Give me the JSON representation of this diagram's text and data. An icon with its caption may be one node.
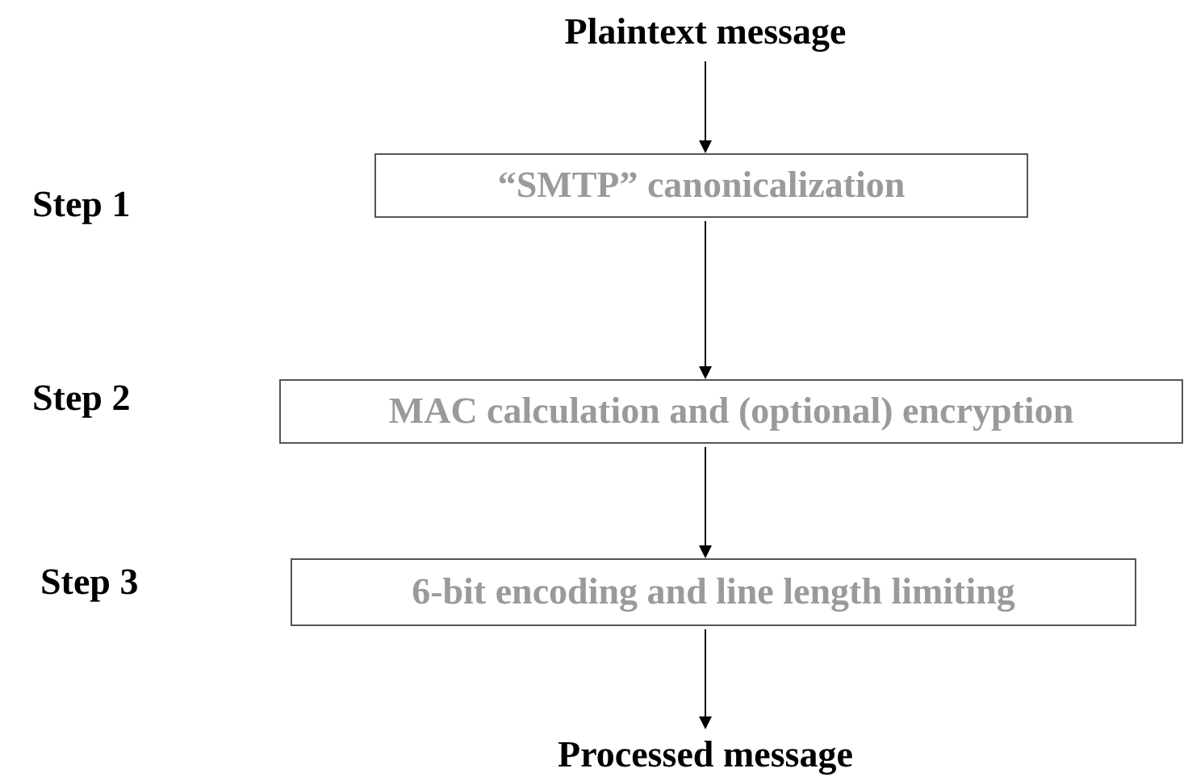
{
  "diagram": {
    "nodes": [
      {
        "text": [
          "Plaintext message"
        ]
      },
      {
        "text": [
          "“SMTP” canonicalization"
        ]
      },
      {
        "text": [
          "MAC calculation and (optional) encryption"
        ]
      },
      {
        "text": [
          "6-bit encoding and line length limiting"
        ]
      },
      {
        "text": [
          "Processed message"
        ]
      }
    ],
    "edges": [
      {
        "from": 0,
        "to": 1,
        "arrow": "to"
      },
      {
        "from": 1,
        "to": 2,
        "arrow": "to"
      },
      {
        "from": 2,
        "to": 3,
        "arrow": "to"
      },
      {
        "from": 3,
        "to": 4,
        "arrow": "to"
      }
    ],
    "labels": [
      "Step 1",
      "Step 2",
      "Step 3"
    ]
  }
}
